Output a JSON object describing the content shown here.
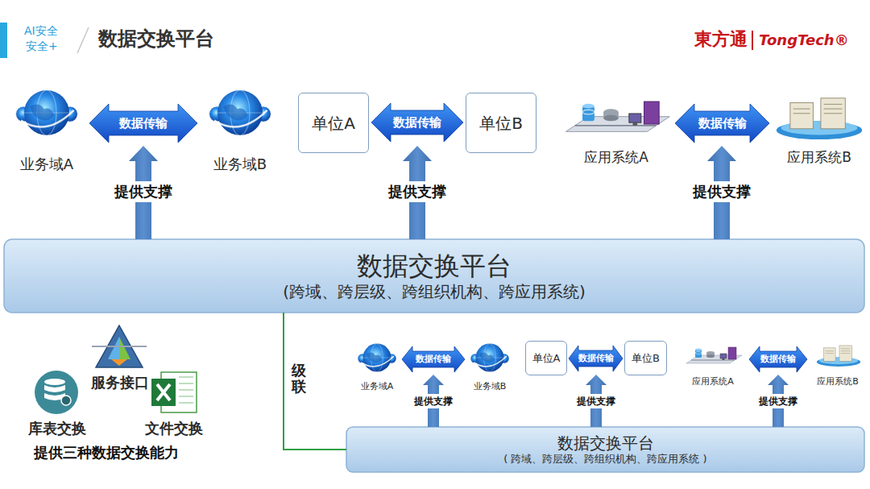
{
  "diagram": {
    "title": "数据交换平台",
    "nodes": [
      {
        "text": [
          "业务域A"
        ]
      },
      {
        "text": [
          "业务域B"
        ]
      },
      {
        "text": [
          "单位A"
        ]
      },
      {
        "text": [
          "单位B"
        ]
      },
      {
        "text": [
          "应用系统A"
        ]
      },
      {
        "text": [
          "应用系统B"
        ]
      },
      {
        "text": [
          "数据交换平台",
          "(跨域、跨层级、跨组织机构、跨应用系统)"
        ]
      },
      {
        "text": [
          "服务接口"
        ]
      },
      {
        "text": [
          "库表交换"
        ]
      },
      {
        "text": [
          "文件交换"
        ]
      },
      {
        "text": [
          "业务域A"
        ]
      },
      {
        "text": [
          "业务域B"
        ]
      },
      {
        "text": [
          "单位A"
        ]
      },
      {
        "text": [
          "单位B"
        ]
      },
      {
        "text": [
          "应用系统A"
        ]
      },
      {
        "text": [
          "应用系统B"
        ]
      },
      {
        "text": [
          "数据交换平台",
          "( 跨域、跨层级、跨组织机构、跨应用系统 )"
        ]
      }
    ],
    "edges": [
      {
        "from": 0,
        "to": 1,
        "arrow": "both",
        "label": "数据传输"
      },
      {
        "from": 2,
        "to": 3,
        "arrow": "both",
        "label": "数据传输"
      },
      {
        "from": 4,
        "to": 5,
        "arrow": "both",
        "label": "数据传输"
      },
      {
        "from": 10,
        "to": 11,
        "arrow": "both",
        "label": "数据传输"
      },
      {
        "from": 12,
        "to": 13,
        "arrow": "both",
        "label": "数据传输"
      },
      {
        "from": 14,
        "to": 15,
        "arrow": "both",
        "label": "数据传输"
      },
      {
        "from": 6,
        "to": 16,
        "arrow": "none",
        "label": "级联"
      }
    ],
    "labels": [
      "AI安全",
      "安全+",
      "東方通",
      "TongTech®",
      "提供支撑",
      "提供支撑",
      "提供支撑",
      "提供支撑",
      "提供支撑",
      "提供支撑",
      "提供三种数据交换能力"
    ]
  }
}
